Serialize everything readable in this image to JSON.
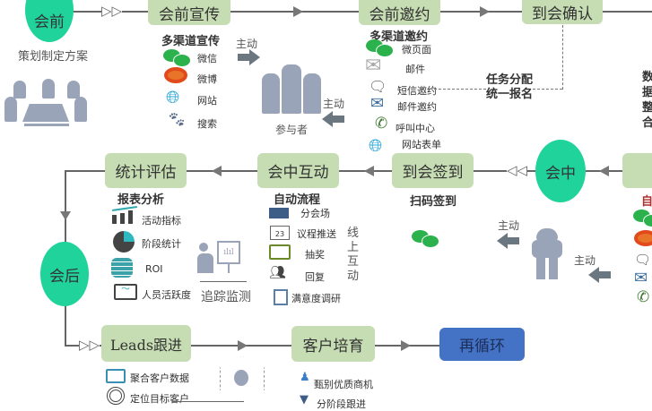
{
  "phases": {
    "before": "会前",
    "during": "会中",
    "after": "会后"
  },
  "before": {
    "plan_label": "策划制定方案",
    "promo": {
      "box": "会前宣传",
      "title": "多渠道宣传",
      "items": [
        "微信",
        "微博",
        "网站",
        "搜索"
      ]
    },
    "active1": "主动",
    "active2": "主动",
    "participants": "参与者",
    "invite": {
      "box": "会前邀约",
      "title": "多渠道邀约",
      "items": [
        "微页面",
        "邮件",
        "短信邀约",
        "邮件邀约",
        "呼叫中心",
        "网站表单"
      ]
    },
    "confirm": {
      "box": "到会确认"
    },
    "task": [
      "任务分配",
      "统一报名"
    ],
    "data_merge": "数据整合"
  },
  "during": {
    "eval": {
      "box": "统计评估",
      "title": "报表分析",
      "items": [
        "活动指标",
        "阶段统计",
        "ROI",
        "人员活跃度"
      ]
    },
    "tracking": "追踪监测",
    "interact": {
      "box": "会中互动",
      "title": "自动流程",
      "items": [
        "分会场",
        "议程推送",
        "抽奖",
        "回复",
        "满意度调研"
      ],
      "side": "线上互动"
    },
    "checkin": {
      "box": "到会签到",
      "title": "扫码签到"
    },
    "active3": "主动",
    "active4": "主动",
    "right_box_partial": "自"
  },
  "after": {
    "leads": {
      "box": "Leads跟进",
      "items": [
        "聚合客户数据",
        "定位目标客户"
      ]
    },
    "nurture": {
      "box": "客户培育",
      "items": [
        "甄别优质商机",
        "分阶段跟进"
      ]
    },
    "recycle": {
      "box": "再循环"
    }
  },
  "colors": {
    "phase": "#1fd39b",
    "box": "#c6ddb3",
    "recycle": "#4472c4",
    "arrow": "#6b7780"
  }
}
